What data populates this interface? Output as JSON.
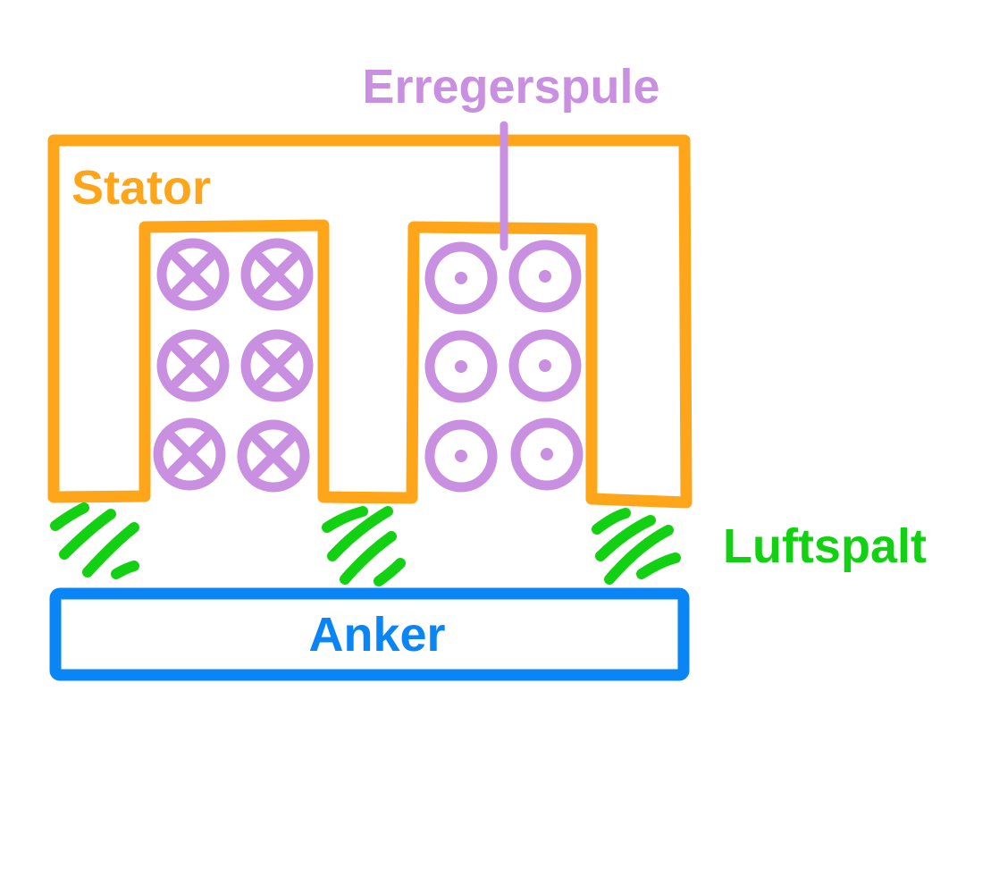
{
  "labels": {
    "coil": "Erregerspule",
    "stator": "Stator",
    "air_gap": "Luftspalt",
    "armature": "Anker"
  },
  "colors": {
    "stator": "#FFA51A",
    "coil": "#C98FE0",
    "air_gap": "#12D012",
    "armature": "#0A85F5"
  },
  "coil_symbols": {
    "left_slot": "current-into-page-icon",
    "right_slot": "current-out-of-page-icon"
  }
}
